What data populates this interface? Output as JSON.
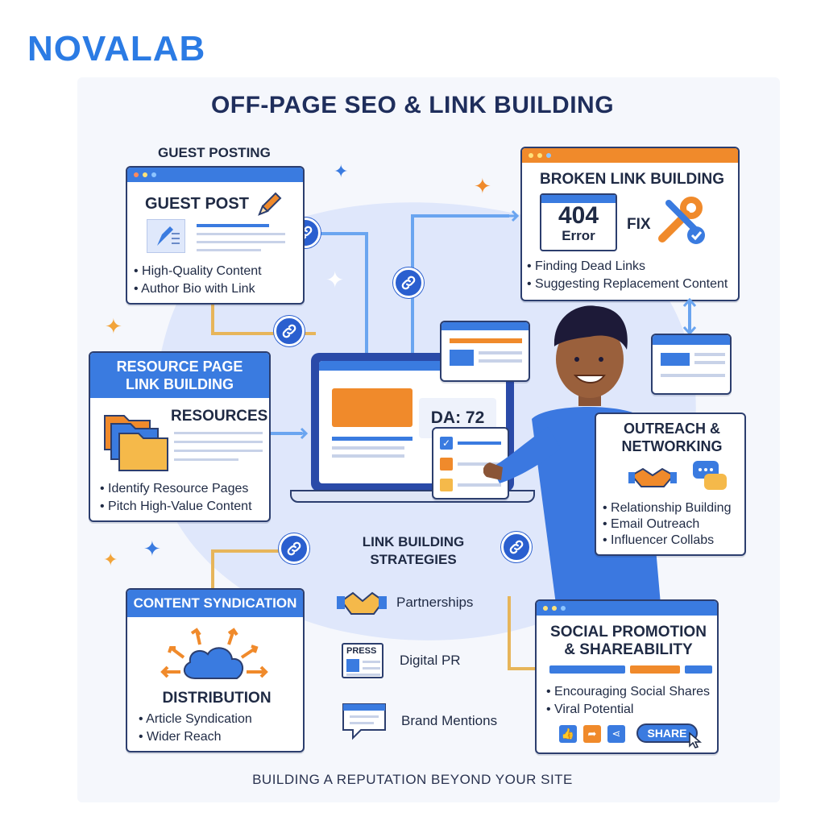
{
  "brand": "NOVALAB",
  "title": "OFF-PAGE SEO & LINK BUILDING",
  "footer": "BUILDING A REPUTATION BEYOND YOUR SITE",
  "guest_posting": {
    "label": "GUEST POSTING",
    "card_title": "GUEST POST",
    "bullets": [
      "• High-Quality Content",
      "• Author Bio with Link"
    ]
  },
  "broken_link": {
    "title": "BROKEN LINK BUILDING",
    "error_code": "404",
    "error_text": "Error",
    "fix": "FIX",
    "bullets": [
      "• Finding Dead Links",
      "• Suggesting Replacement Content"
    ]
  },
  "resource_page": {
    "header": [
      "RESOURCE PAGE",
      "LINK BUILDING"
    ],
    "card_title": "RESOURCES",
    "bullets": [
      "• Identify Resource Pages",
      "• Pitch High-Value Content"
    ]
  },
  "laptop": {
    "da": "DA: 72"
  },
  "outreach": {
    "title": [
      "OUTREACH &",
      "NETWORKING"
    ],
    "bullets": [
      "• Relationship Building",
      "• Email Outreach",
      "• Influencer Collabs"
    ]
  },
  "content_syndication": {
    "header": "CONTENT SYNDICATION",
    "card_title": "DISTRIBUTION",
    "bullets": [
      "• Article Syndication",
      "• Wider Reach"
    ]
  },
  "strategies": {
    "title": [
      "LINK BUILDING",
      "STRATEGIES"
    ],
    "items": [
      "Partnerships",
      "Digital PR",
      "Brand Mentions"
    ],
    "press_label": "PRESS"
  },
  "social": {
    "title": [
      "SOCIAL PROMOTION",
      "& SHAREABILITY"
    ],
    "bullets": [
      "• Encouraging Social Shares",
      "• Viral Potential"
    ],
    "share_button": "SHARE"
  },
  "colors": {
    "blue": "#3a7be0",
    "orange": "#f08a2b",
    "navy": "#1f2e5c",
    "chain": "#2a5fcf"
  },
  "icons": [
    "pencil-icon",
    "document-icon",
    "wrench-icon",
    "check-icon",
    "folder-icon",
    "handshake-icon",
    "speech-bubble-icon",
    "cloud-icon",
    "arrow-icon",
    "press-icon",
    "chain-link-icon",
    "like-icon",
    "share-icon",
    "cursor-icon",
    "sparkle-icon"
  ]
}
